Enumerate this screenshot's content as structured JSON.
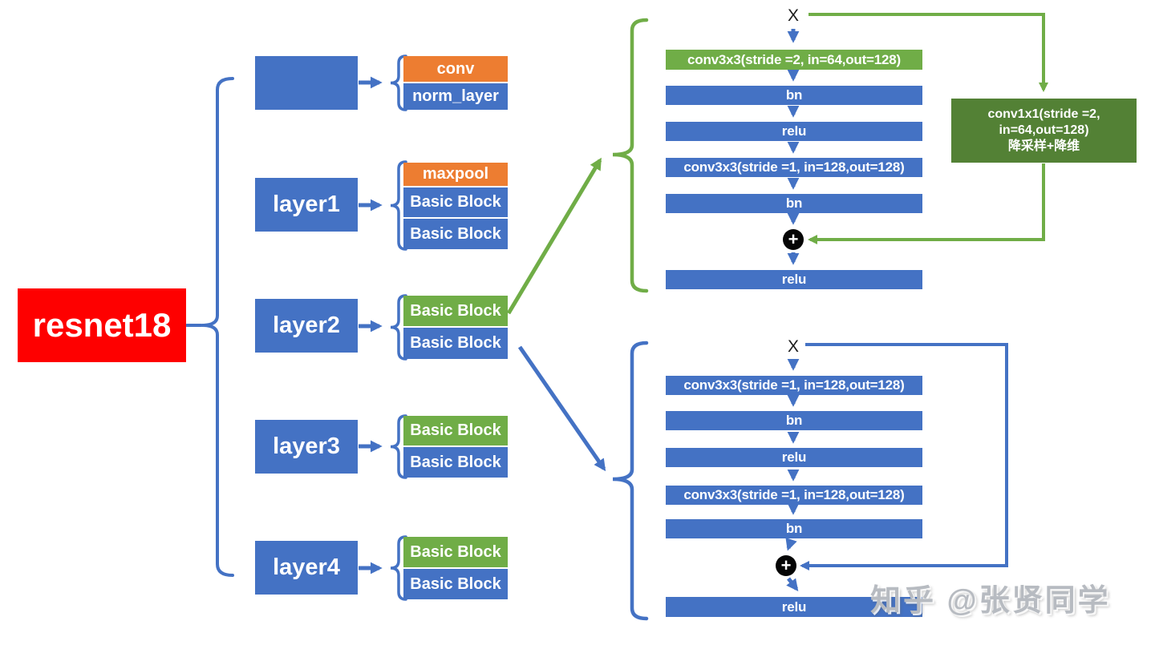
{
  "colors": {
    "blue": "#4472C4",
    "orange": "#ED7D31",
    "green": "#70AD47",
    "dark_green": "#538135",
    "red": "#FE0000",
    "add_node_black": "#050505",
    "watermark_gray": "#B7BBC1"
  },
  "root": {
    "label": "resnet18"
  },
  "layers": [
    {
      "label": "",
      "blocks": [
        {
          "label": "conv"
        },
        {
          "label": "norm_layer"
        }
      ]
    },
    {
      "label": "layer1",
      "blocks": [
        {
          "label": "maxpool"
        },
        {
          "label": "Basic Block"
        },
        {
          "label": "Basic Block"
        }
      ]
    },
    {
      "label": "layer2",
      "blocks": [
        {
          "label": "Basic Block"
        },
        {
          "label": "Basic Block"
        }
      ]
    },
    {
      "label": "layer3",
      "blocks": [
        {
          "label": "Basic Block"
        },
        {
          "label": "Basic Block"
        }
      ]
    },
    {
      "label": "layer4",
      "blocks": [
        {
          "label": "Basic Block"
        },
        {
          "label": "Basic Block"
        }
      ]
    }
  ],
  "basic_block_stride2": {
    "input_label": "X",
    "steps": [
      "conv3x3(stride =2, in=64,out=128)",
      "bn",
      "relu",
      "conv3x3(stride =1, in=128,out=128)",
      "bn"
    ],
    "add_label": "+",
    "output_label": "relu",
    "shortcut_lines": [
      "conv1x1(stride =2,",
      "in=64,out=128)",
      "降采样+降维"
    ]
  },
  "basic_block_stride1": {
    "input_label": "X",
    "steps": [
      "conv3x3(stride =1, in=128,out=128)",
      "bn",
      "relu",
      "conv3x3(stride =1, in=128,out=128)",
      "bn"
    ],
    "add_label": "+",
    "output_label": "relu"
  },
  "watermark": "知乎 @张贤同学"
}
